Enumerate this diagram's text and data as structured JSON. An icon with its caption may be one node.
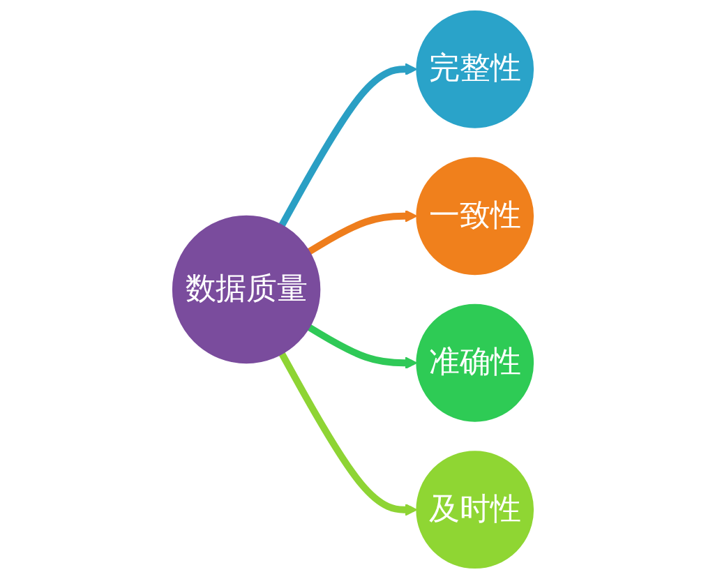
{
  "diagram": {
    "nodes": [
      {
        "text": [
          "完整性"
        ]
      },
      {
        "text": [
          "一致性"
        ]
      },
      {
        "text": [
          "数据质量"
        ]
      },
      {
        "text": [
          "准确性"
        ]
      },
      {
        "text": [
          "及时性"
        ]
      }
    ],
    "edges": [
      {
        "from": 2,
        "to": 0,
        "arrow": "to",
        "color": "#2a9fc4"
      },
      {
        "from": 2,
        "to": 1,
        "arrow": "to",
        "color": "#ee7d1c"
      },
      {
        "from": 2,
        "to": 3,
        "arrow": "to",
        "color": "#2fc957"
      },
      {
        "from": 2,
        "to": 4,
        "arrow": "to",
        "color": "#8ed434"
      }
    ]
  }
}
